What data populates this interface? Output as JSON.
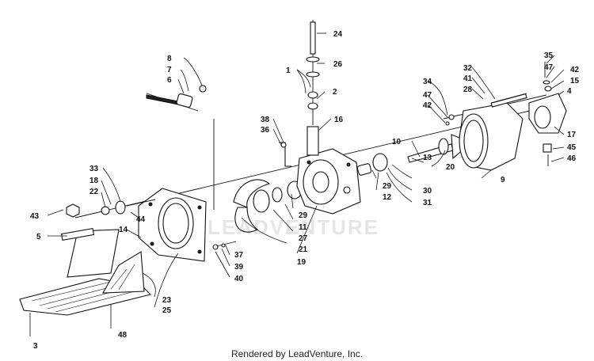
{
  "diagram": {
    "watermark": "LEADVENTURE",
    "footer": "Rendered by LeadVenture, Inc.",
    "callouts": [
      "1",
      "2",
      "3",
      "4",
      "5",
      "6",
      "7",
      "8",
      "9",
      "10",
      "11",
      "12",
      "13",
      "14",
      "15",
      "16",
      "17",
      "18",
      "19",
      "20",
      "21",
      "22",
      "23",
      "24",
      "25",
      "26",
      "27",
      "28",
      "29",
      "29",
      "30",
      "31",
      "32",
      "33",
      "34",
      "35",
      "36",
      "37",
      "38",
      "39",
      "40",
      "41",
      "42",
      "42",
      "43",
      "44",
      "45",
      "46",
      "47",
      "47",
      "48"
    ]
  }
}
